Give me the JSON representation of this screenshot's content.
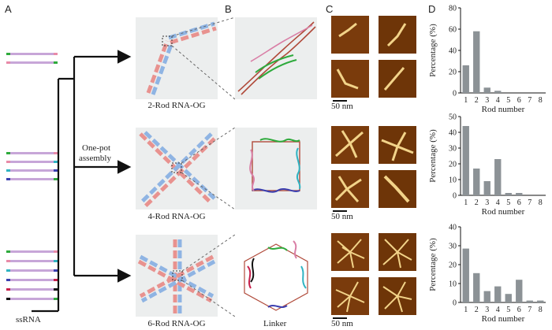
{
  "panel_labels": {
    "a": "A",
    "b": "B",
    "c": "C",
    "d": "D"
  },
  "labels": {
    "ssrna": "ssRNA",
    "onepot_line1": "One-pot",
    "onepot_line2": "assembly",
    "linker": "Linker"
  },
  "rows": [
    {
      "caption": "2-Rod RNA-OG",
      "scale": "50 nm"
    },
    {
      "caption": "4-Rod RNA-OG",
      "scale": "50 nm"
    },
    {
      "caption": "6-Rod RNA-OG",
      "scale": "50 nm"
    }
  ],
  "colors": {
    "rna_red": "#e8928f",
    "rna_blue": "#8fb4e3",
    "green": "#2eaa3c",
    "pink": "#d97fa6",
    "cyan": "#2fb3c2",
    "navy": "#3b3fb0",
    "crimson": "#c71f4a",
    "black": "#111111",
    "bar": "#8c9296",
    "afm_bg": "#7a3b0c",
    "panel_bg": "#eceeee"
  },
  "chart_data": [
    {
      "type": "bar",
      "categories": [
        "1",
        "2",
        "3",
        "4",
        "5",
        "6",
        "7",
        "8"
      ],
      "values": [
        26,
        58,
        5,
        2,
        0,
        0,
        0,
        0
      ],
      "ylim": [
        0,
        80
      ],
      "yticks": [
        "0",
        "20",
        "40",
        "60",
        "80"
      ],
      "ylabel": "Percentage (%)",
      "xlabel": "Rod number"
    },
    {
      "type": "bar",
      "categories": [
        "1",
        "2",
        "3",
        "4",
        "5",
        "6",
        "7",
        "8"
      ],
      "values": [
        44,
        17,
        9,
        23,
        1.5,
        1.5,
        0,
        0
      ],
      "ylim": [
        0,
        50
      ],
      "yticks": [
        "0",
        "10",
        "20",
        "30",
        "40",
        "50"
      ],
      "ylabel": "Percentage (%)",
      "xlabel": "Rod number"
    },
    {
      "type": "bar",
      "categories": [
        "1",
        "2",
        "3",
        "4",
        "5",
        "6",
        "7",
        "8"
      ],
      "values": [
        28.5,
        15.5,
        6,
        8.5,
        4.5,
        12,
        1,
        1
      ],
      "ylim": [
        0,
        40
      ],
      "yticks": [
        "0",
        "10",
        "20",
        "30",
        "40"
      ],
      "ylabel": "Percentage (%)",
      "xlabel": "Rod number"
    }
  ]
}
